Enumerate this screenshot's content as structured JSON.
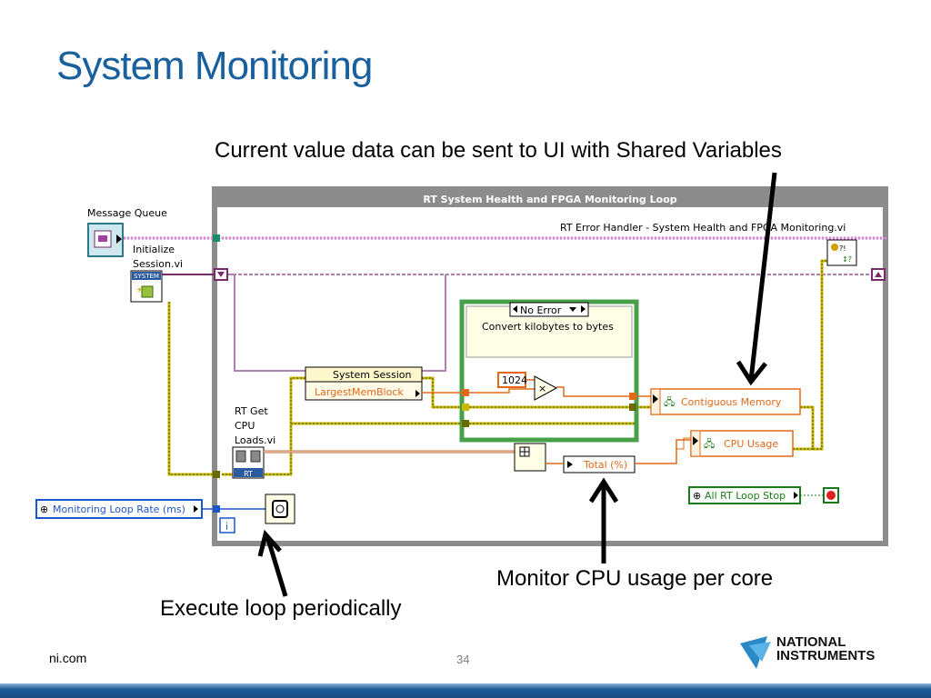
{
  "title": "System Monitoring",
  "annotations": {
    "shared_variables": "Current value data can be sent to UI with Shared Variables",
    "cpu_usage": "Monitor CPU usage per core",
    "loop": "Execute loop periodically"
  },
  "diagram": {
    "loop_title": "RT System Health and FPGA Monitoring Loop",
    "error_handler": "RT Error Handler - System Health and FPGA Monitoring.vi",
    "message_queue": "Message Queue",
    "initialize_session_line1": "Initialize",
    "initialize_session_line2": "Session.vi",
    "system_badge": "SYSTEM",
    "rt_get_line1": "RT Get",
    "rt_get_line2": "CPU",
    "rt_get_line3": "Loads.vi",
    "rt_badge": "RT",
    "system_session": "System Session",
    "largest_mem_block": "LargestMemBlock",
    "case_selector": "No Error",
    "case_label": "Convert kilobytes to bytes",
    "constant_1024": "1024",
    "contiguous_memory": "Contiguous Memory",
    "cpu_usage_var": "CPU Usage",
    "total_percent": "Total (%)",
    "all_rt_loop_stop": "All RT Loop Stop",
    "monitoring_loop_rate": "Monitoring Loop Rate (ms)",
    "iteration_terminal": "i"
  },
  "footer": {
    "url": "ni.com",
    "page": "34",
    "logo_line1": "NATIONAL",
    "logo_line2": "INSTRUMENTS"
  },
  "colors": {
    "title": "#1a5f9e",
    "wire_error": "#d9c400",
    "wire_refnum": "#7a2a6a",
    "wire_queue": "#a040a0",
    "wire_numeric": "#e06a1a",
    "wire_blue": "#1d56c8",
    "loop_border": "#8c8c8c",
    "case_border": "#4aa04a"
  }
}
